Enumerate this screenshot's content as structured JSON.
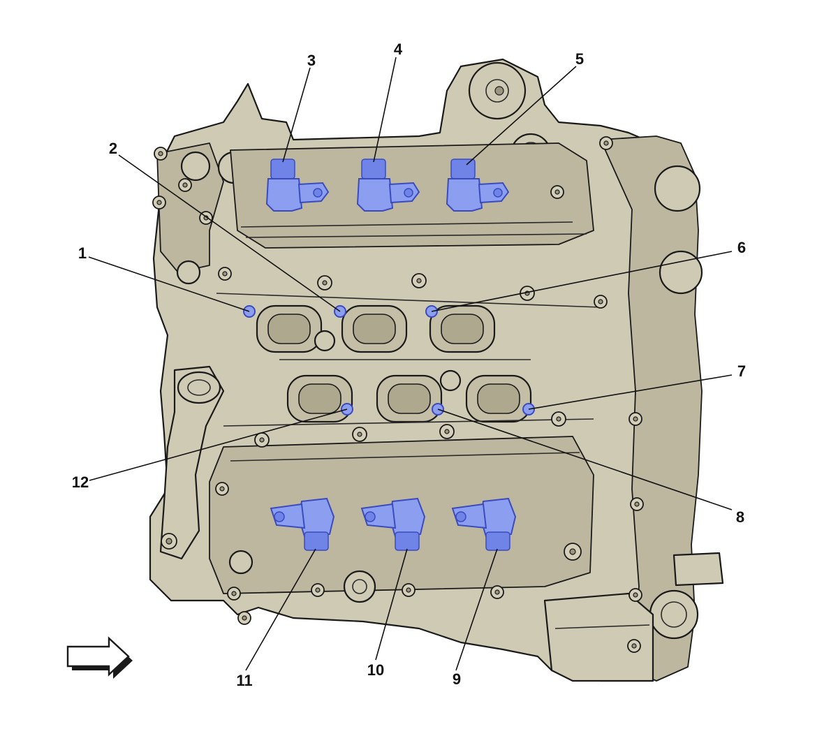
{
  "diagram": {
    "callouts": [
      "1",
      "2",
      "3",
      "4",
      "5",
      "6",
      "7",
      "8",
      "9",
      "10",
      "11",
      "12"
    ],
    "colors": {
      "engine_body": "#cfcab4",
      "highlighted_part": "#8b9ef0",
      "outline": "#1a1a1a",
      "background": "#ffffff"
    },
    "direction_arrow": "arrow-right-icon"
  }
}
